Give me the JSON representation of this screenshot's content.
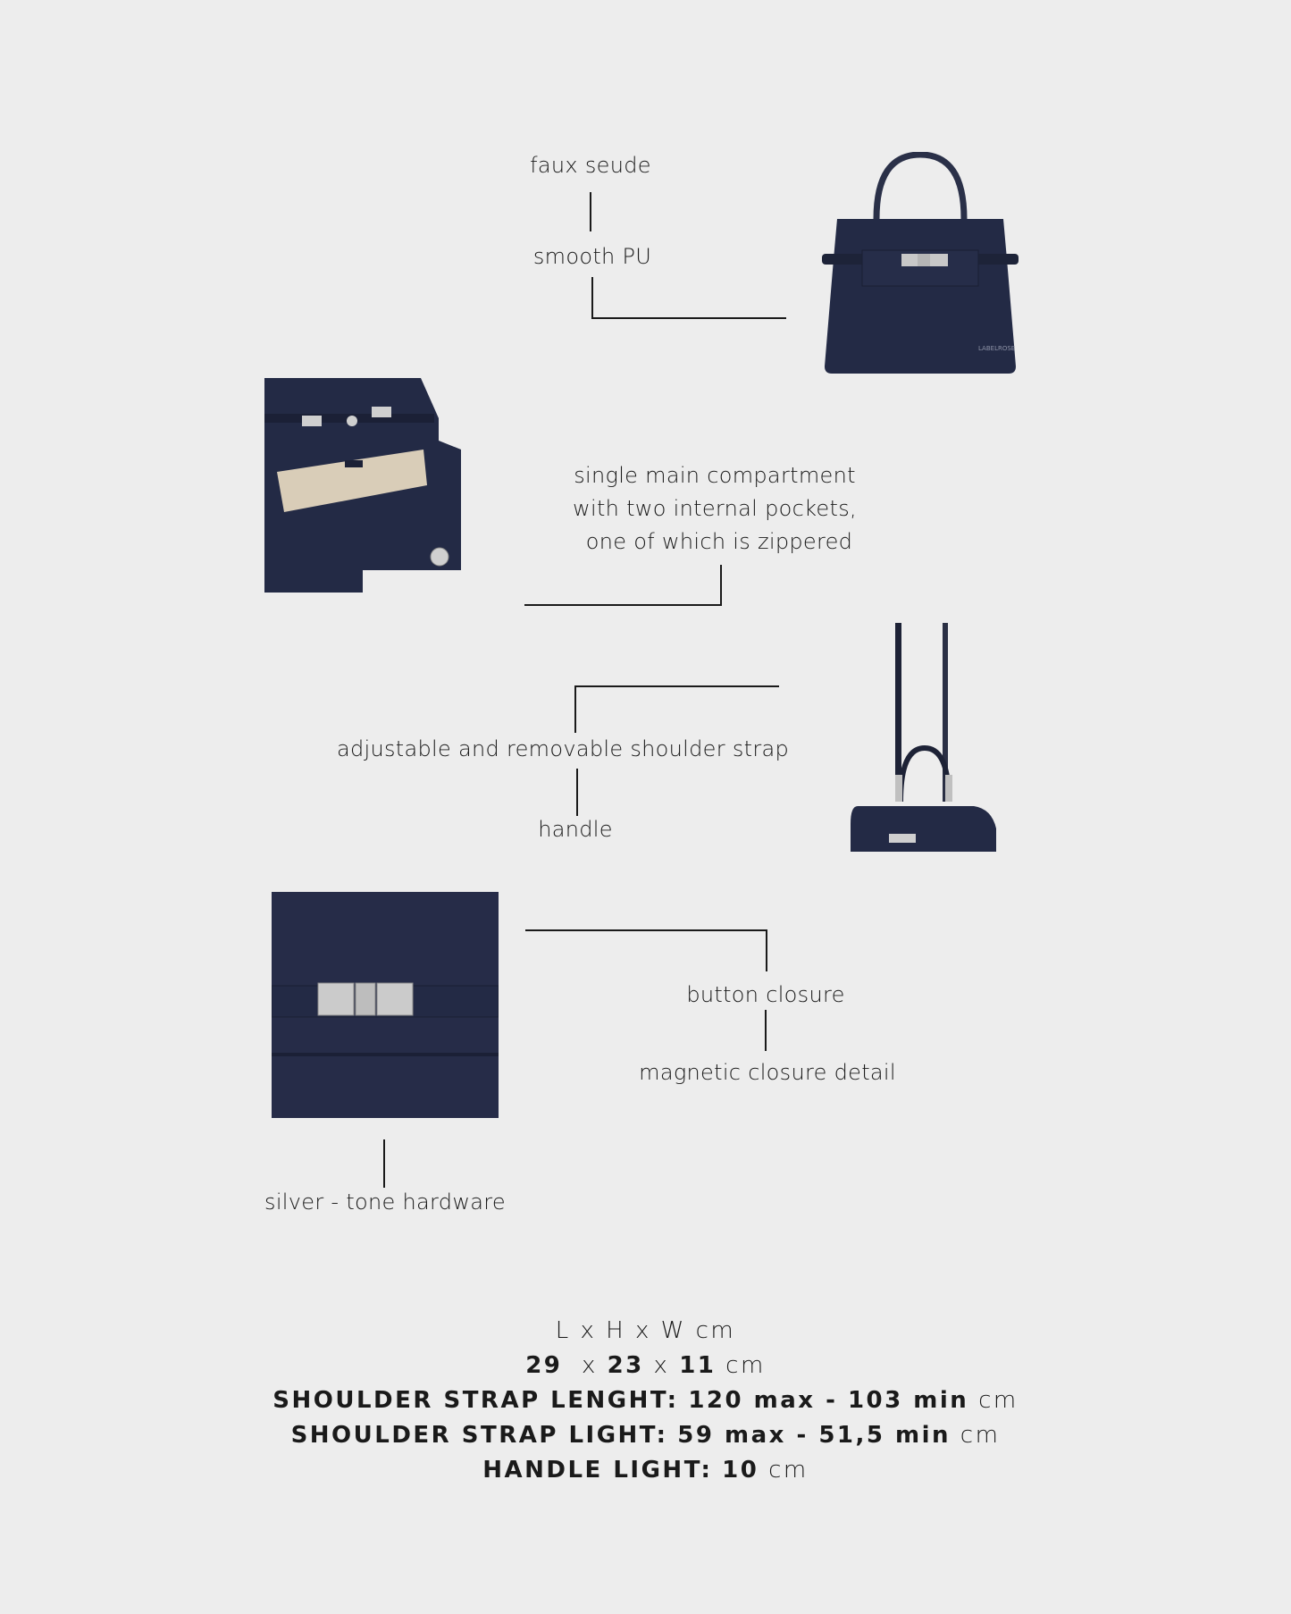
{
  "callouts": {
    "material_top": "faux seude",
    "material_bottom": "smooth PU",
    "compartment": [
      "single main compartment",
      "with two internal pockets,",
      "one of which is zippered"
    ],
    "strap": "adjustable and removable shoulder strap",
    "handle": "handle",
    "button_closure": "button closure",
    "magnetic_closure": "magnetic closure detail",
    "hardware": "silver - tone hardware"
  },
  "images": {
    "front_bag": "navy top-handle bag front view",
    "open_bag": "navy bag open interior view",
    "strap_bag": "navy bag with shoulder strap",
    "closure_detail": "silver closure hardware close-up"
  },
  "specs": {
    "header": "L  x H  x W cm",
    "dimensions": {
      "l": "29",
      "h": "23",
      "w": "11",
      "sep": "x",
      "unit": "cm"
    },
    "strap_length": {
      "label": "SHOULDER STRAP LENGHT:",
      "value": "120 max - 103 min",
      "unit": "cm"
    },
    "strap_light": {
      "label": "SHOULDER STRAP LIGHT:",
      "value": "59 max - 51,5 min",
      "unit": "cm"
    },
    "handle_light": {
      "label": "HANDLE LIGHT:",
      "value": "10",
      "unit": "cm"
    }
  },
  "colors": {
    "background": "#ededed",
    "navy": "#232a45",
    "text": "#1a1a1a",
    "silver": "#c9c9c9",
    "lining": "#d9cdb8"
  }
}
